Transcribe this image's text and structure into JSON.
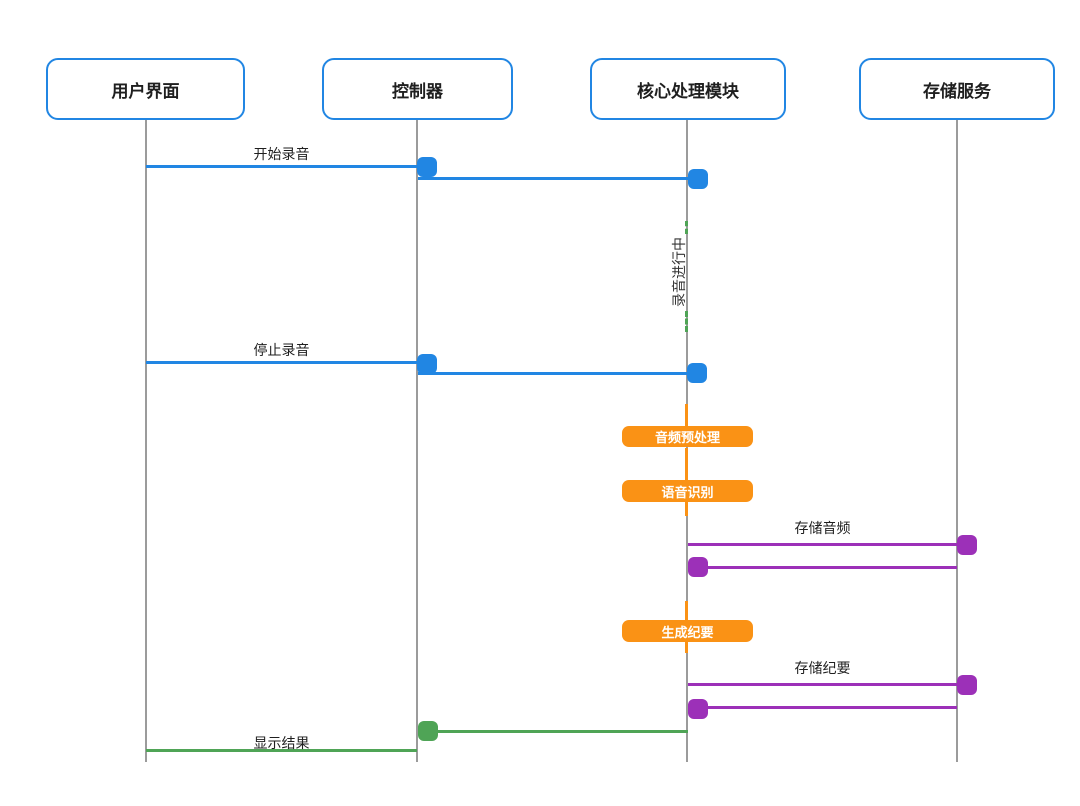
{
  "participants": [
    {
      "label": "用户界面"
    },
    {
      "label": "控制器"
    },
    {
      "label": "核心处理模块"
    },
    {
      "label": "存储服务"
    }
  ],
  "messages": {
    "start_recording": "开始录音",
    "stop_recording": "停止录音",
    "store_audio": "存储音频",
    "store_summary": "存储纪要",
    "show_result": "显示结果"
  },
  "activities": {
    "audio_preprocess": "音频预处理",
    "speech_recognition": "语音识别",
    "generate_summary": "生成纪要"
  },
  "note": {
    "recording_in_progress": "录音进行中"
  },
  "colors": {
    "blue": "#2186E3",
    "orange": "#FA9215",
    "purple": "#9C30B8",
    "green": "#4FA456",
    "lifeline": "#9B9B9B",
    "text": "#1F1F1F"
  }
}
